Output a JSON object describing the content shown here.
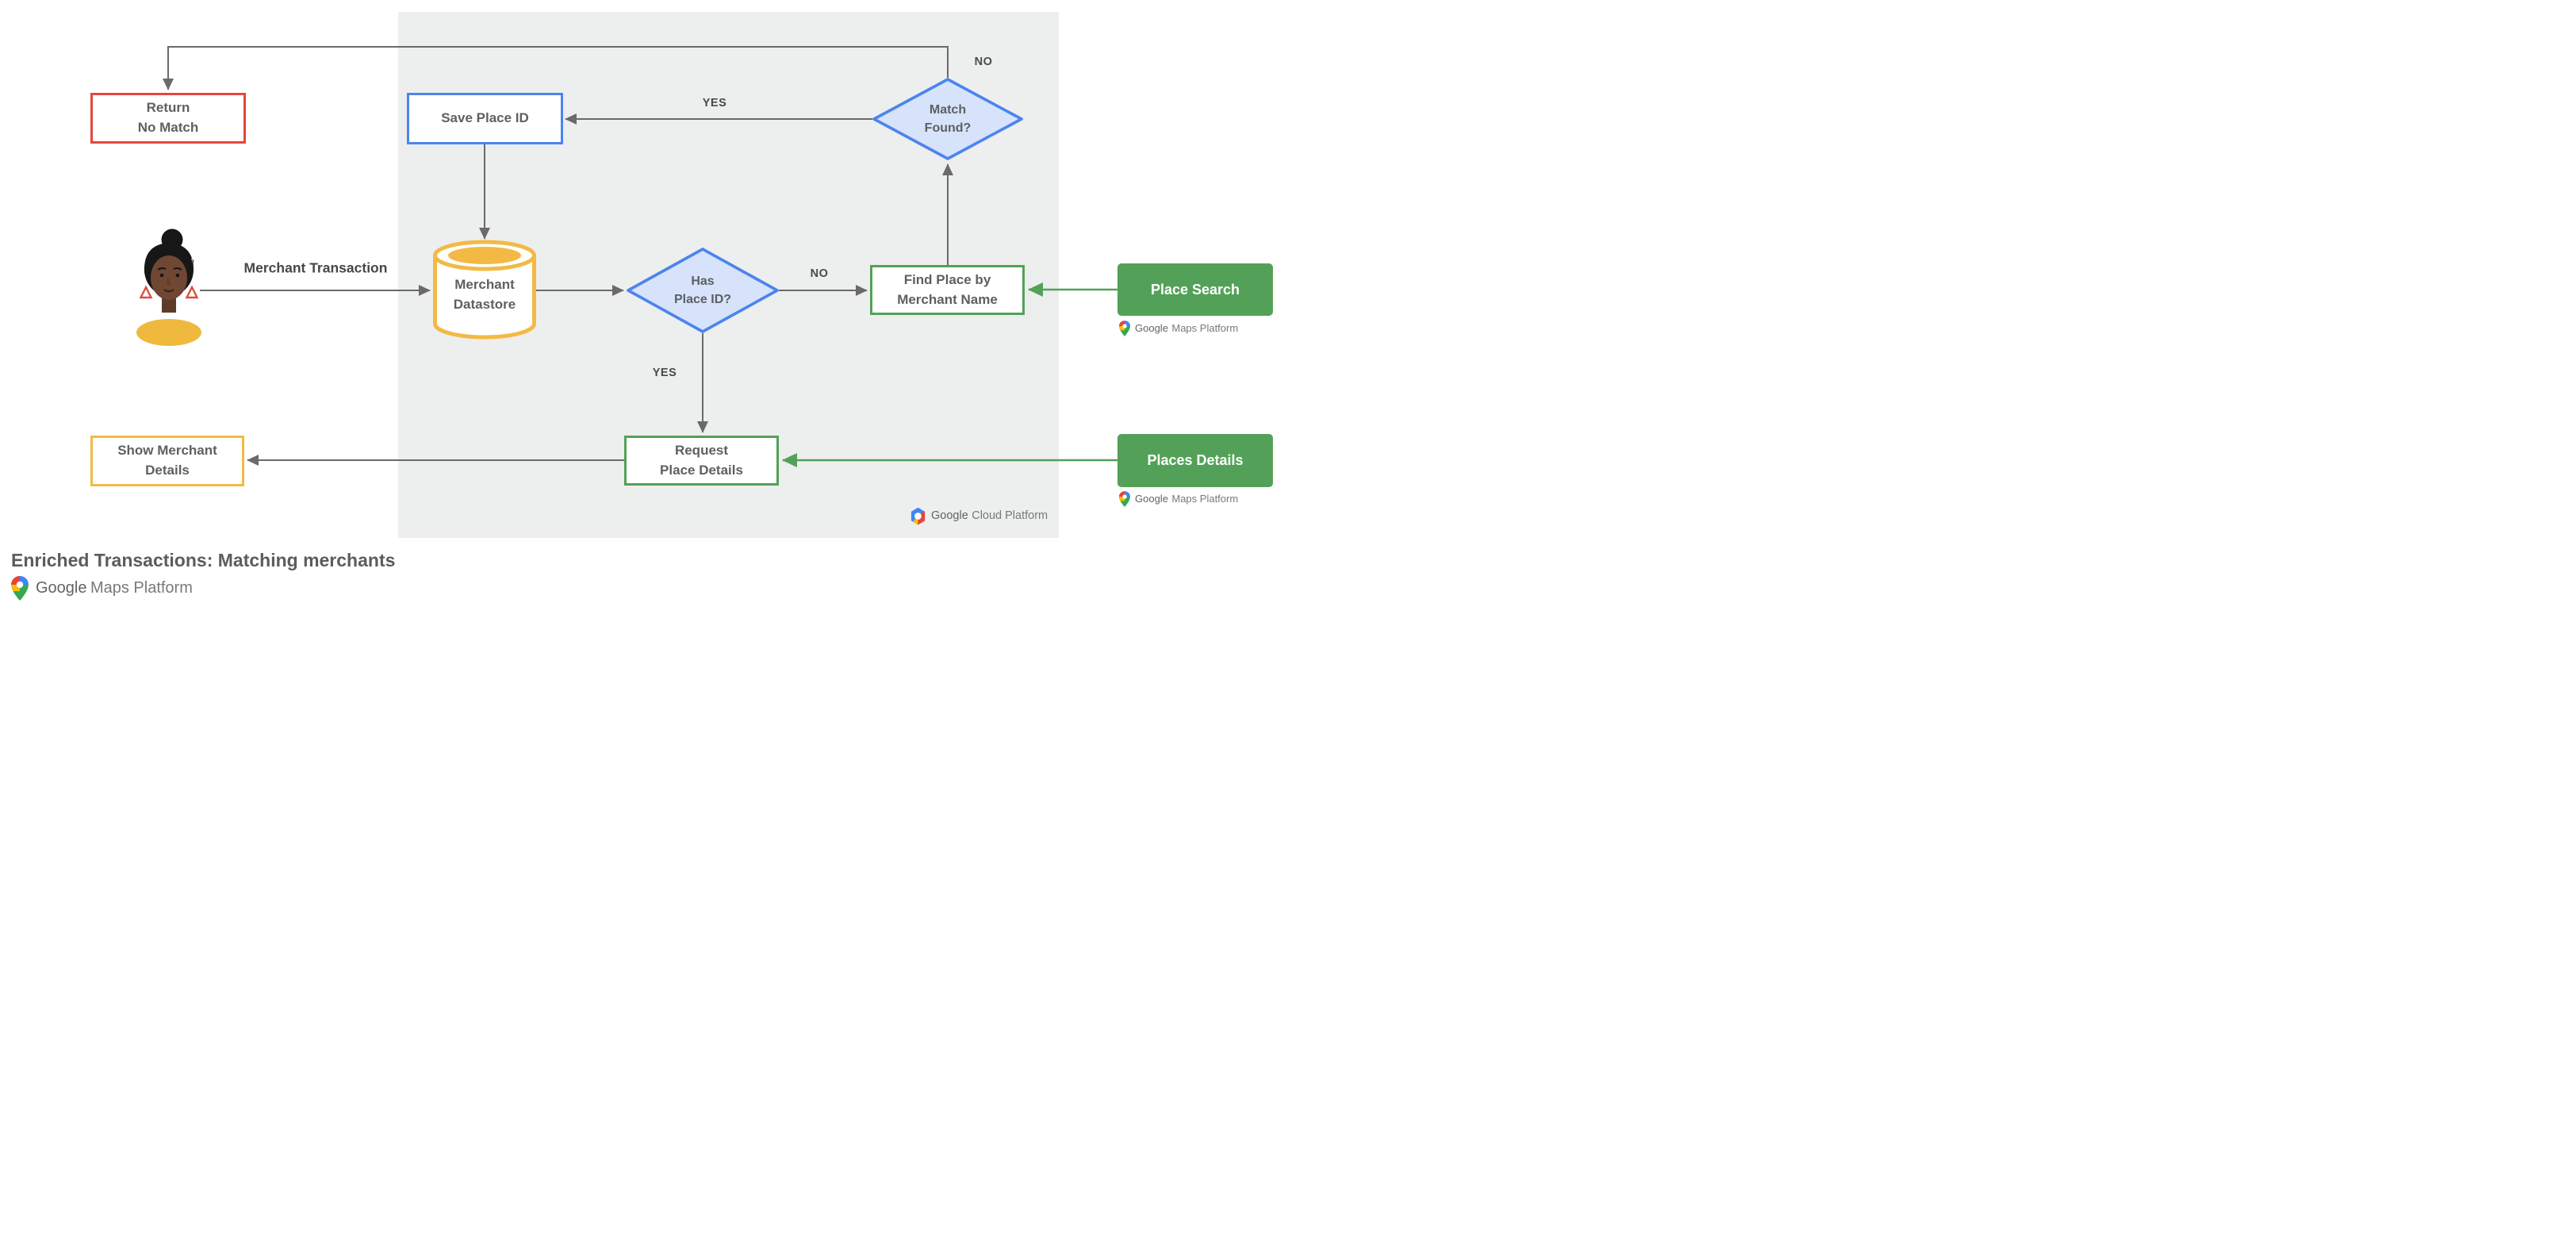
{
  "title": "Enriched Transactions: Matching merchants",
  "nodes": {
    "return_no_match": {
      "label": "Return\nNo Match"
    },
    "save_place_id": {
      "label": "Save Place ID"
    },
    "match_found": {
      "label": "Match\nFound?"
    },
    "merchant_datastore": {
      "label": "Merchant\nDatastore"
    },
    "has_place_id": {
      "label": "Has\nPlace ID?"
    },
    "find_place_by_merchant_name": {
      "label": "Find Place by\nMerchant Name"
    },
    "request_place_details": {
      "label": "Request\nPlace Details"
    },
    "show_merchant_details": {
      "label": "Show Merchant\nDetails"
    },
    "place_search": {
      "label": "Place Search"
    },
    "places_details": {
      "label": "Places Details"
    }
  },
  "edge_labels": {
    "match_found_no": "NO",
    "match_found_yes": "YES",
    "has_place_id_no": "NO",
    "has_place_id_yes": "YES",
    "merchant_transaction": "Merchant Transaction"
  },
  "logos": {
    "gmp": {
      "google": "Google",
      "rest": "Maps Platform"
    },
    "gcp": {
      "google": "Google",
      "rest": "Cloud Platform"
    }
  },
  "colors": {
    "red": "#E2483D",
    "blue": "#4C84EE",
    "blue_fill": "#D6E3FA",
    "yellow": "#F2BA45",
    "green": "#53A158",
    "panel_gray": "#EDEEEE",
    "line_gray": "#6A6A6A",
    "text_gray": "#5D6063"
  }
}
